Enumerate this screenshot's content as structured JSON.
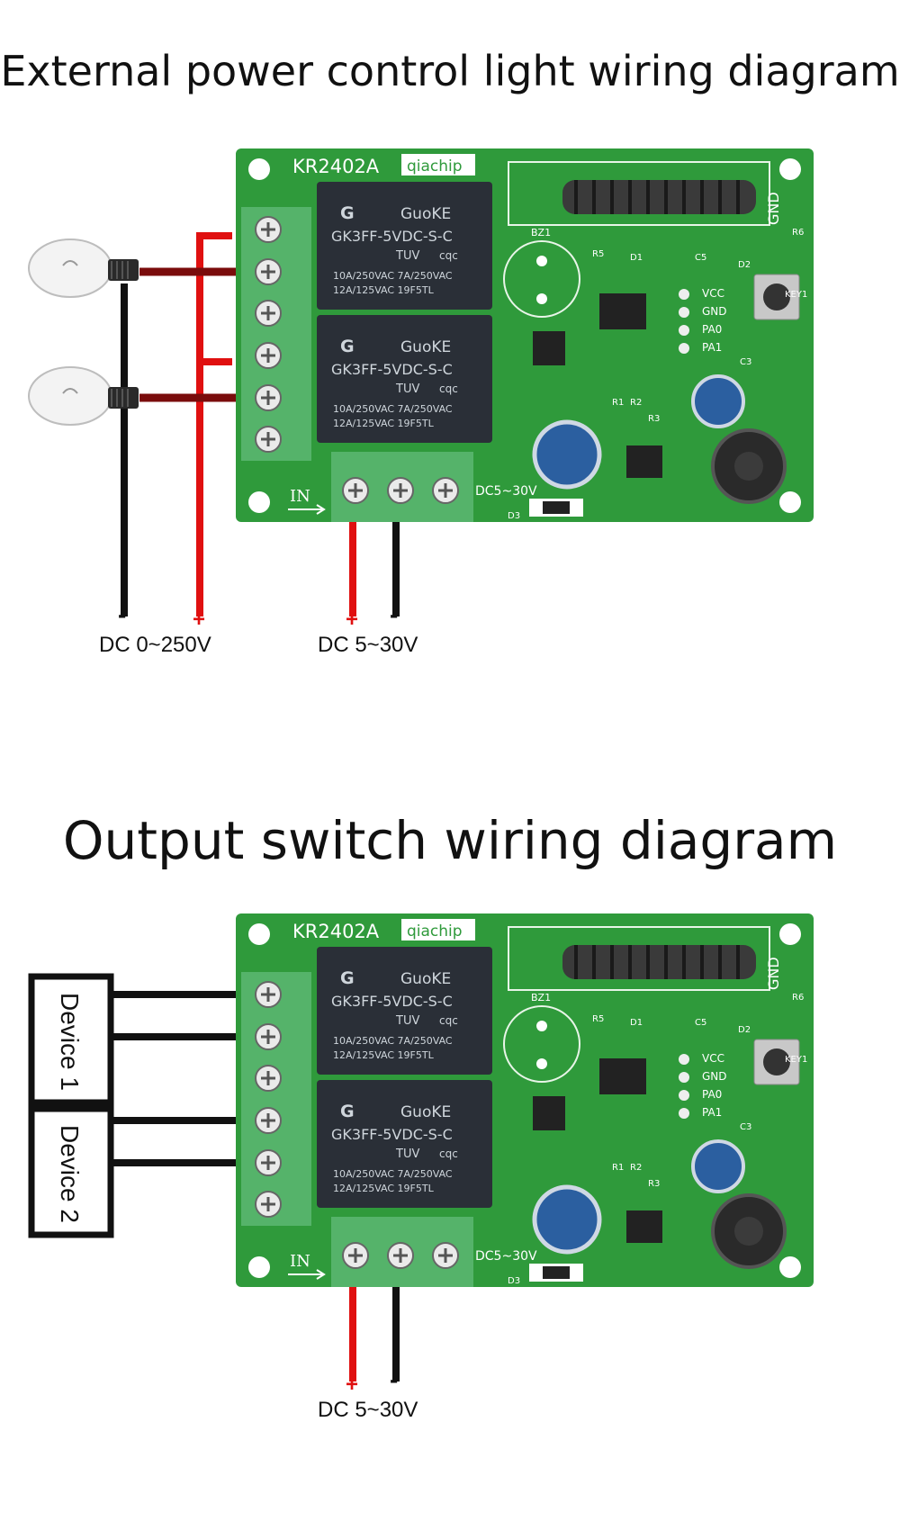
{
  "diagram1": {
    "title": "External power control light wiring diagram",
    "board": {
      "model": "KR2402A",
      "brand": "qiachip",
      "relay_top": {
        "brand": "GuoKE",
        "model": "GK3FF-5VDC-S-C",
        "rating_a": "10A/250VAC  7A/250VAC",
        "rating_b": "12A/125VAC    19F5TL",
        "cert": "TUV",
        "cqc": "cqc"
      },
      "relay_bottom": {
        "brand": "GuoKE",
        "model": "GK3FF-5VDC-S-C",
        "rating_a": "10A/250VAC  7A/250VAC",
        "rating_b": "12A/125VAC    19F5TL",
        "cert": "TUV",
        "cqc": "cqc"
      },
      "in_label": "IN",
      "dc_label": "DC5~30V",
      "pins": [
        "VCC",
        "GND",
        "PA0",
        "PA1"
      ],
      "gnd_label": "GND",
      "bz_label": "BZ1",
      "parts": [
        "R5",
        "D1",
        "C5",
        "D2",
        "R6",
        "C3",
        "R1",
        "R2",
        "R3",
        "D3",
        "KEY1"
      ]
    },
    "load_supply": {
      "minus": "-",
      "plus": "+",
      "label": "DC 0~250V"
    },
    "board_supply": {
      "plus": "+",
      "minus": "-",
      "label": "DC 5~30V"
    }
  },
  "diagram2": {
    "title": "Output switch wiring diagram",
    "devices": [
      "Device 1",
      "Device 2"
    ],
    "board_supply": {
      "plus": "+",
      "minus": "-",
      "label": "DC 5~30V"
    }
  },
  "colors": {
    "pcb": "#2f9a3b",
    "terminal": "#55b36a",
    "relay": "#2a2f37",
    "wire_red": "#e01010",
    "wire_darkred": "#7a0c0c",
    "wire_black": "#111111"
  }
}
